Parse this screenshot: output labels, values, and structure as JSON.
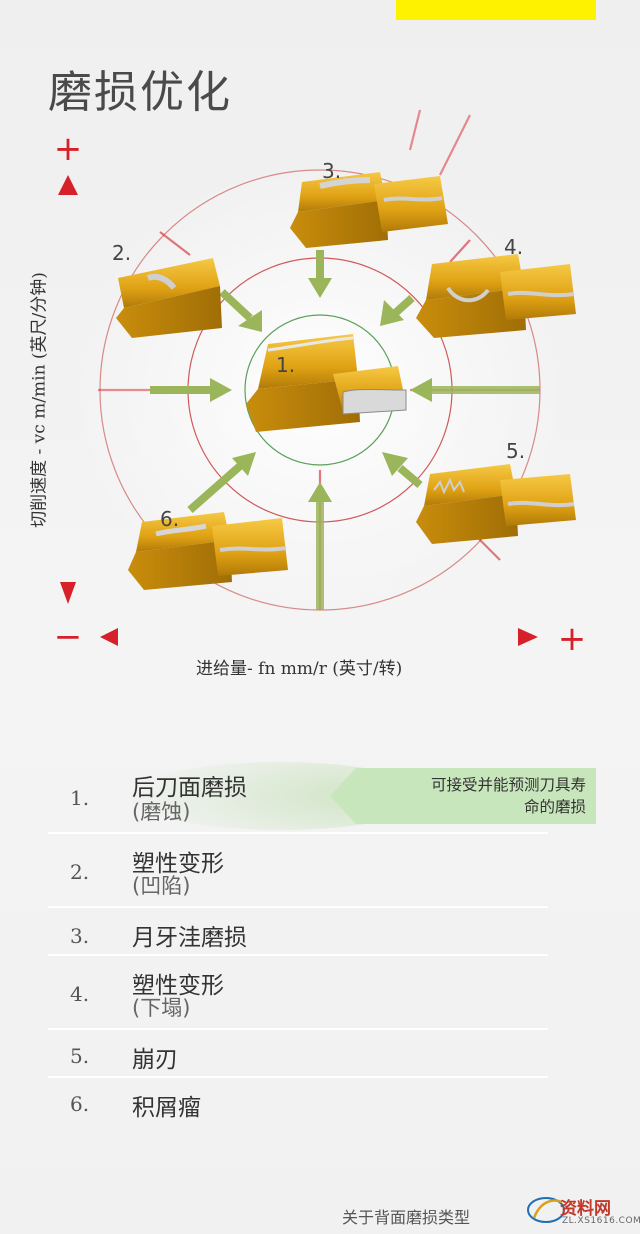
{
  "page": {
    "title": "磨损优化"
  },
  "axes": {
    "x_label": "进给量- fn mm/r (英寸/转)",
    "y_label": "切削速度 - vc m/min (英尺/分钟)",
    "plus_symbol": "+",
    "minus_symbol": "−"
  },
  "diagram_labels": [
    "1.",
    "2.",
    "3.",
    "4.",
    "5.",
    "6."
  ],
  "list": [
    {
      "num": "1.",
      "name": "后刀面磨损",
      "sub": "(磨蚀)"
    },
    {
      "num": "2.",
      "name": "塑性变形",
      "sub": "(凹陷)"
    },
    {
      "num": "3.",
      "name": "月牙洼磨损",
      "sub": ""
    },
    {
      "num": "4.",
      "name": "塑性变形",
      "sub": "(下塌)"
    },
    {
      "num": "5.",
      "name": "崩刃",
      "sub": ""
    },
    {
      "num": "6.",
      "name": "积屑瘤",
      "sub": ""
    }
  ],
  "callout": {
    "line1": "可接受并能预测刀具寿",
    "line2": "命的磨损"
  },
  "footer": {
    "text": "关于背面磨损类型"
  },
  "watermark": {
    "name": "资料网",
    "url": "ZL.XS1616.COM"
  },
  "colors": {
    "insert_gold": "#e0a214",
    "arrow_green": "#9bb55a",
    "axis_red": "#d6202a",
    "callout_green": "#bfe0b4",
    "yellow": "#fff200"
  }
}
